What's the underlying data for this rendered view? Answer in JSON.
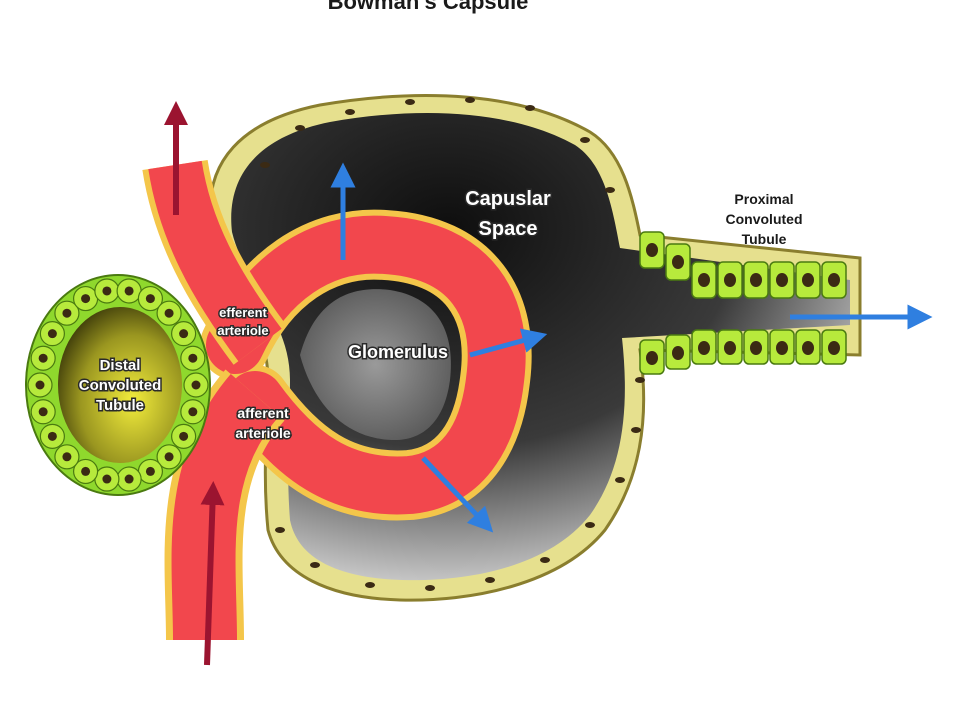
{
  "title": "Bowman's Capsule",
  "labels": {
    "capsular_space": [
      "Capuslar",
      "Space"
    ],
    "glomerulus": "Glomerulus",
    "proximal_tubule": [
      "Proximal",
      "Convoluted",
      "Tubule"
    ],
    "distal_tubule": [
      "Distal",
      "Convoluted",
      "Tubule"
    ],
    "efferent_arteriole": [
      "efferent",
      "arteriole"
    ],
    "afferent_arteriole": [
      "afferent",
      "arteriole"
    ]
  },
  "colors": {
    "capsule_wall": "#e6e08e",
    "capsule_outline": "#8a7e2e",
    "capsule_dark": "#1c1c1c",
    "vessel": "#f2474d",
    "vessel_wall": "#f4c64a",
    "tubule_cell": "#b7ea3c",
    "tubule_light": "#8fd82d",
    "nucleus": "#3b2a14",
    "flow_arrow": "#2f7fe0",
    "blood_arrow": "#9b1430"
  }
}
